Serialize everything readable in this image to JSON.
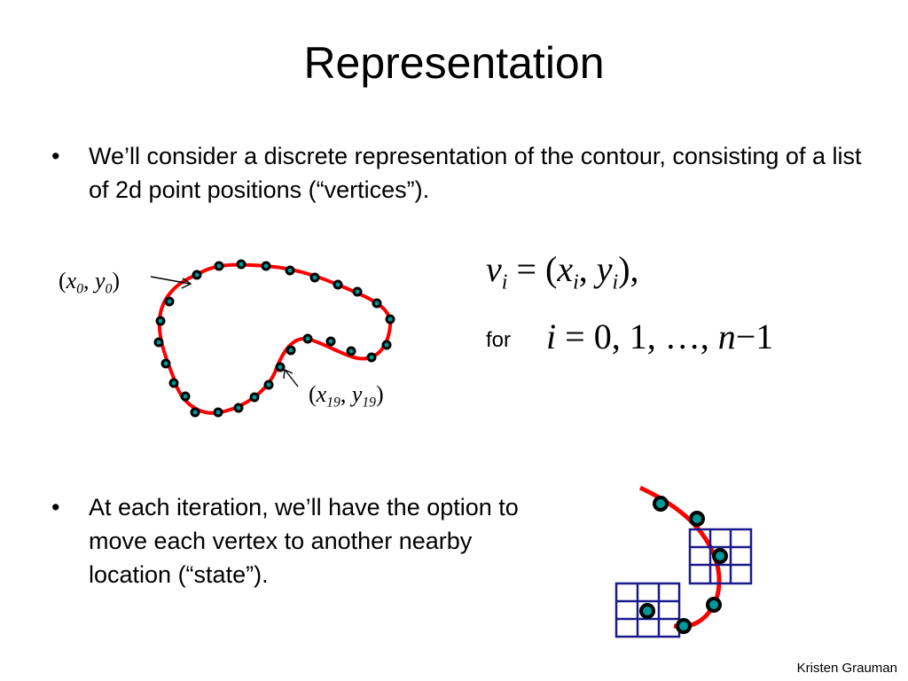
{
  "slide": {
    "title": "Representation",
    "bullets": [
      {
        "marker": "•",
        "text": "We’ll consider a discrete representation of the contour, consisting of a list of 2d point positions (“vertices”)."
      },
      {
        "marker": "•",
        "text": "At each iteration, we’ll have the option to move each vertex to another nearby location (“state”)."
      }
    ],
    "labels": {
      "first_vertex": {
        "x": "x",
        "y": "y",
        "sub": "0"
      },
      "last_vertex": {
        "x": "x",
        "y": "y",
        "sub": "19"
      }
    },
    "equation": {
      "lhs": "v",
      "lhs_sub": "i",
      "x": "x",
      "y": "y",
      "sub": "i",
      "for_word": "for",
      "index_var": "i",
      "range": "0, 1, …, ",
      "n": "n",
      "minus_one": "−1"
    },
    "credit": "Kristen Grauman",
    "colors": {
      "contour": "#ff0000",
      "vertex_fill": "#009999",
      "vertex_outline": "#000000",
      "grid": "#1a1a8c"
    }
  }
}
